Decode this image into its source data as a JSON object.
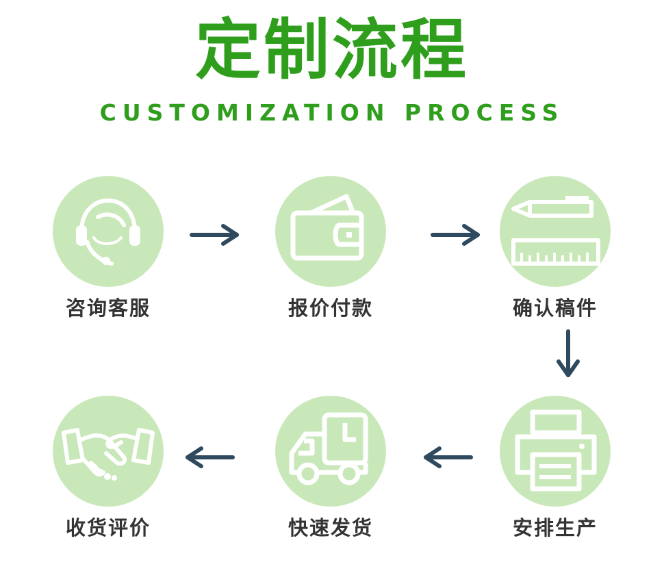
{
  "header": {
    "title": "定制流程",
    "subtitle": "CUSTOMIZATION PROCESS"
  },
  "colors": {
    "title_green": "#2e9e1c",
    "circle_fill": "#c9e8b9",
    "arrow": "#2f4a5f",
    "label": "#333333"
  },
  "steps": [
    {
      "label": "咨询客服",
      "icon": "customer-service-headset-icon"
    },
    {
      "label": "报价付款",
      "icon": "wallet-icon"
    },
    {
      "label": "确认稿件",
      "icon": "pen-and-ruler-icon"
    },
    {
      "label": "安排生产",
      "icon": "printer-icon"
    },
    {
      "label": "快速发货",
      "icon": "delivery-truck-icon"
    },
    {
      "label": "收货评价",
      "icon": "handshake-icon"
    }
  ]
}
